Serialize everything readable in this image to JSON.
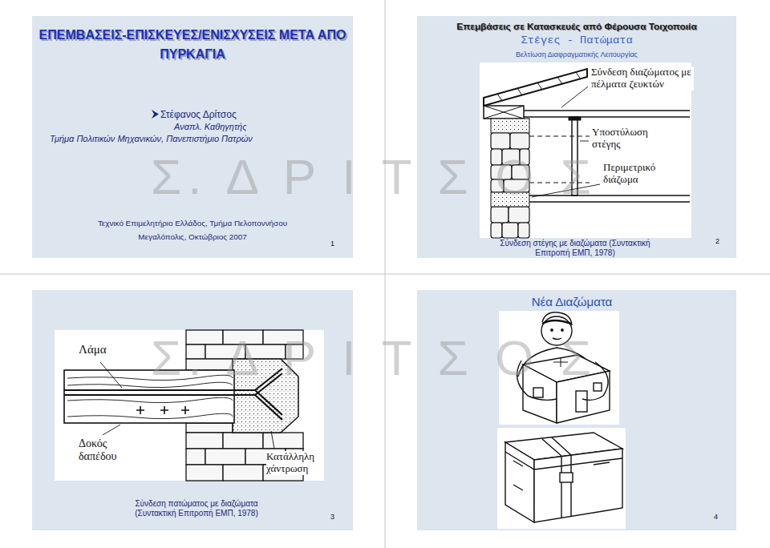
{
  "diagram": {
    "nodes": [
      {
        "text": [
          "ΕΠΕΜΒΑΣΕΙΣ-ΕΠΙΣΚΕΥΕΣ/ΕΝΙΣΧΥΣΕΙΣ ΜΕΤΑ ΑΠΟ ΠΥΡΚΑΓΙΑ",
          "Στέφανος Δρίτσος",
          "Αναπλ. Καθηγητής",
          "Τμήμα Πολιτικών Μηχανικών, Πανεπιστήμιο Πατρών",
          "Τεχνικό Επιμελητήριο Ελλάδος, Τμήμα Πελοποννήσου",
          "Μεγαλόπολις, Οκτώβριος 2007",
          "1"
        ]
      },
      {
        "text": [
          "Επεμβάσεις σε Κατασκευές από Φέρουσα Τοιχοποιία",
          "Στέγες - Πατώματα",
          "Βελτίωση Διαφραγματικής Λειτουργίας",
          "Σύνδεση στέγης με διαζώματα (Συντακτική Επιτροπή ΕΜΠ, 1978)",
          "2"
        ]
      },
      {
        "text": [
          "Σύνδεση πατώματος με διαζώματα (Συντακτική Επιτροπή ΕΜΠ, 1978)",
          "3"
        ]
      },
      {
        "text": [
          "Νέα Διαζώματα",
          "4"
        ]
      }
    ],
    "labels": [
      "Σ. Δ Ρ Ι Τ Σ Ο Σ",
      "Σ. Δ Ρ Ι Τ Σ Ο Σ",
      "Σύνδεση διαζώματος με πέλματα ζευκτών",
      "Υποστύλωση στέγης",
      "Περιμετρικό διάζωμα",
      "Λάμα",
      "Δοκός δαπέδου",
      "Κατάλληλη χάντρωση"
    ]
  }
}
